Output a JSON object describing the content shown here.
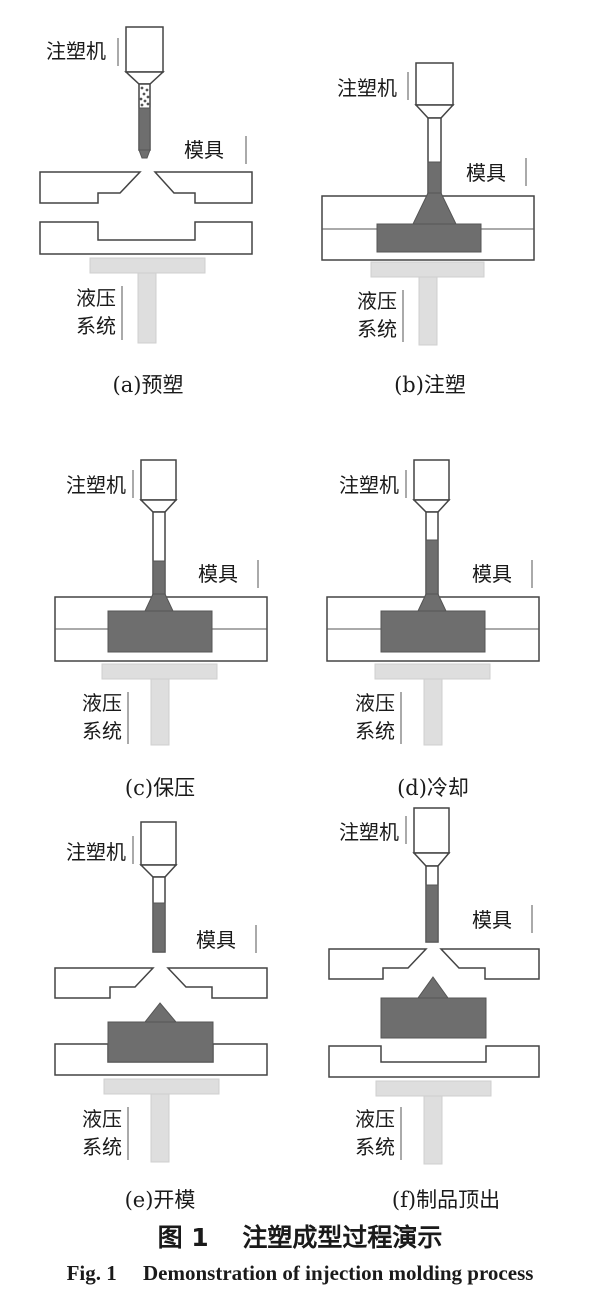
{
  "labels": {
    "machine": "注塑机",
    "mold": "模具",
    "hydraulic_line1": "液压",
    "hydraulic_line2": "系统"
  },
  "steps": [
    {
      "caption": "(a)预塑"
    },
    {
      "caption": "(b)注塑"
    },
    {
      "caption": "(c)保压"
    },
    {
      "caption": "(d)冷却"
    },
    {
      "caption": "(e)开模"
    },
    {
      "caption": "(f)制品顶出"
    }
  ],
  "figure": {
    "title_cn": "图 1　 注塑成型过程演示",
    "title_en": "Fig. 1　 Demonstration of injection molding process"
  }
}
